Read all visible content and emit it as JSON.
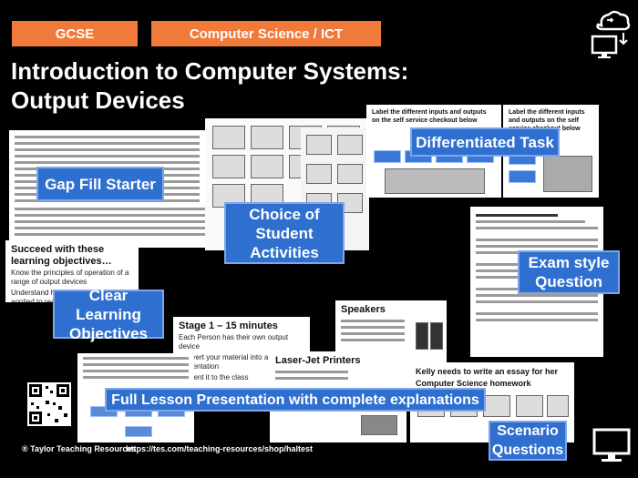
{
  "header": {
    "tag_level": "GCSE",
    "tag_subject": "Computer Science / ICT",
    "title_line1": "Introduction to Computer Systems:",
    "title_line2": "Output Devices"
  },
  "callouts": {
    "gap_fill": "Gap Fill Starter",
    "choice": "Choice of Student Activities",
    "differentiated": "Differentiated Task",
    "exam": "Exam style Question",
    "objectives": "Clear Learning Objectives",
    "presentation": "Full Lesson Presentation with complete explanations",
    "scenario": "Scenario Questions"
  },
  "thumbnails": {
    "objectives_heading": "Succeed with these learning objectives…",
    "objectives_bullets": [
      "Know the principles of operation of a range of output devices",
      "Understand how these principles are applied to real life situations"
    ],
    "stage_heading": "Stage 1 – 15 minutes",
    "stage_bullets": [
      "Each Person has their own output device",
      "Convert your material into a presentation",
      "Present it to the class"
    ],
    "speakers_heading": "Speakers",
    "laser_heading": "Laser-Jet Printers",
    "kelly_text": "Kelly needs to write an essay for her Computer Science homework",
    "label_task_text": "Label the different inputs and outputs on the self service checkout below"
  },
  "footer": {
    "copyright": "® Taylor Teaching Resources",
    "url": "https://tes.com/teaching-resources/shop/haltest"
  },
  "icons": [
    "cloud-sync-icon",
    "monitor-icon",
    "qr-code-icon"
  ]
}
